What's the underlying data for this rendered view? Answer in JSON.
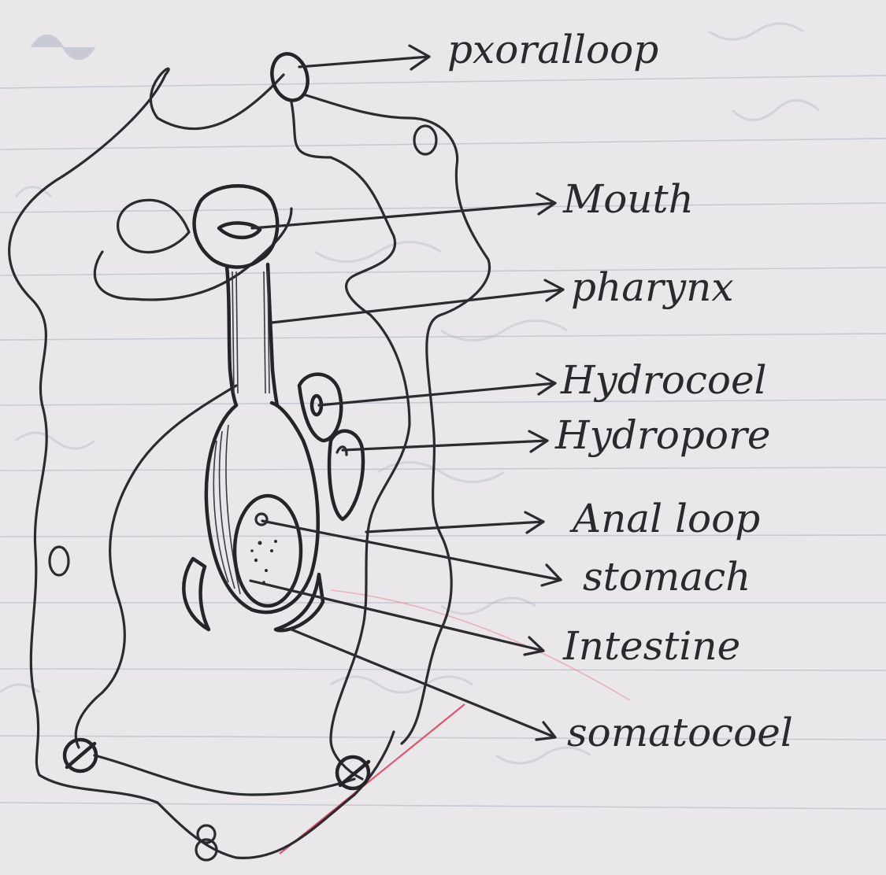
{
  "labels": {
    "preoral_loop": "pxoralloop",
    "mouth": "Mouth",
    "pharynx": "pharynx",
    "hydrocoel": "Hydrocoel",
    "hydropore": "Hydropore",
    "anal_loop": "Anal loop",
    "stomach": "stomach",
    "intestine": "Intestine",
    "somatocoel": "somatocoel"
  },
  "colors": {
    "paper": "#e9e7ea",
    "ink": "#2b2b30",
    "margin_line": "#e0556a",
    "ruled_line": "#c5c8d2"
  }
}
